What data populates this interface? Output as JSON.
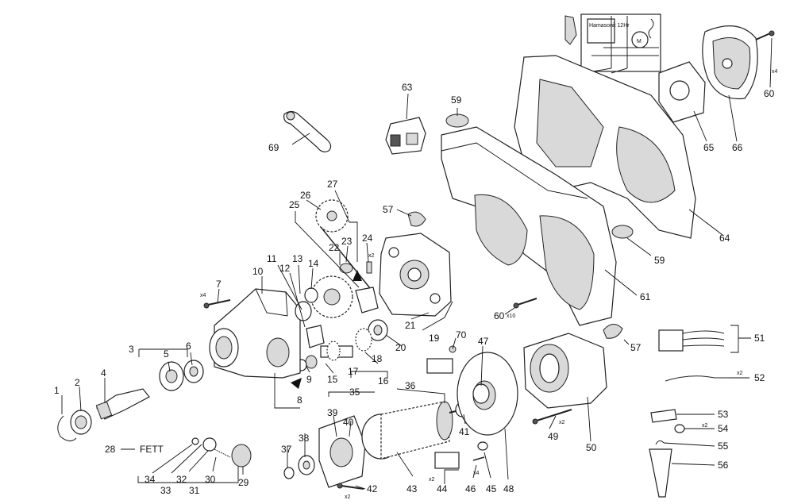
{
  "diagram": {
    "part_numbers": [
      "1",
      "2",
      "3",
      "4",
      "5",
      "6",
      "7",
      "8",
      "9",
      "10",
      "11",
      "12",
      "13",
      "14",
      "15",
      "16",
      "17",
      "18",
      "19",
      "20",
      "21",
      "22",
      "23",
      "24",
      "25",
      "26",
      "27",
      "28",
      "29",
      "30",
      "31",
      "32",
      "33",
      "34",
      "35",
      "36",
      "37",
      "38",
      "39",
      "40",
      "41",
      "42",
      "43",
      "44",
      "45",
      "46",
      "47",
      "48",
      "49",
      "50",
      "51",
      "52",
      "53",
      "54",
      "55",
      "56",
      "57",
      "57",
      "59",
      "59",
      "60",
      "60",
      "61",
      "63",
      "64",
      "65",
      "66",
      "69",
      "70"
    ],
    "lubricant_label": "FETT",
    "multipliers": {
      "screw_7": "x4",
      "pin_24": "x2",
      "screw_60_handle": "x10",
      "screw_60_cover": "x4",
      "screw_42": "x2",
      "screw_49": "x2",
      "brush_44": "x2",
      "screw_46": "x4",
      "wire_52": "x2",
      "screw_54": "x2"
    },
    "schematic_labels": {
      "module": "Hamasonit 12Hr",
      "motor": "M"
    }
  }
}
